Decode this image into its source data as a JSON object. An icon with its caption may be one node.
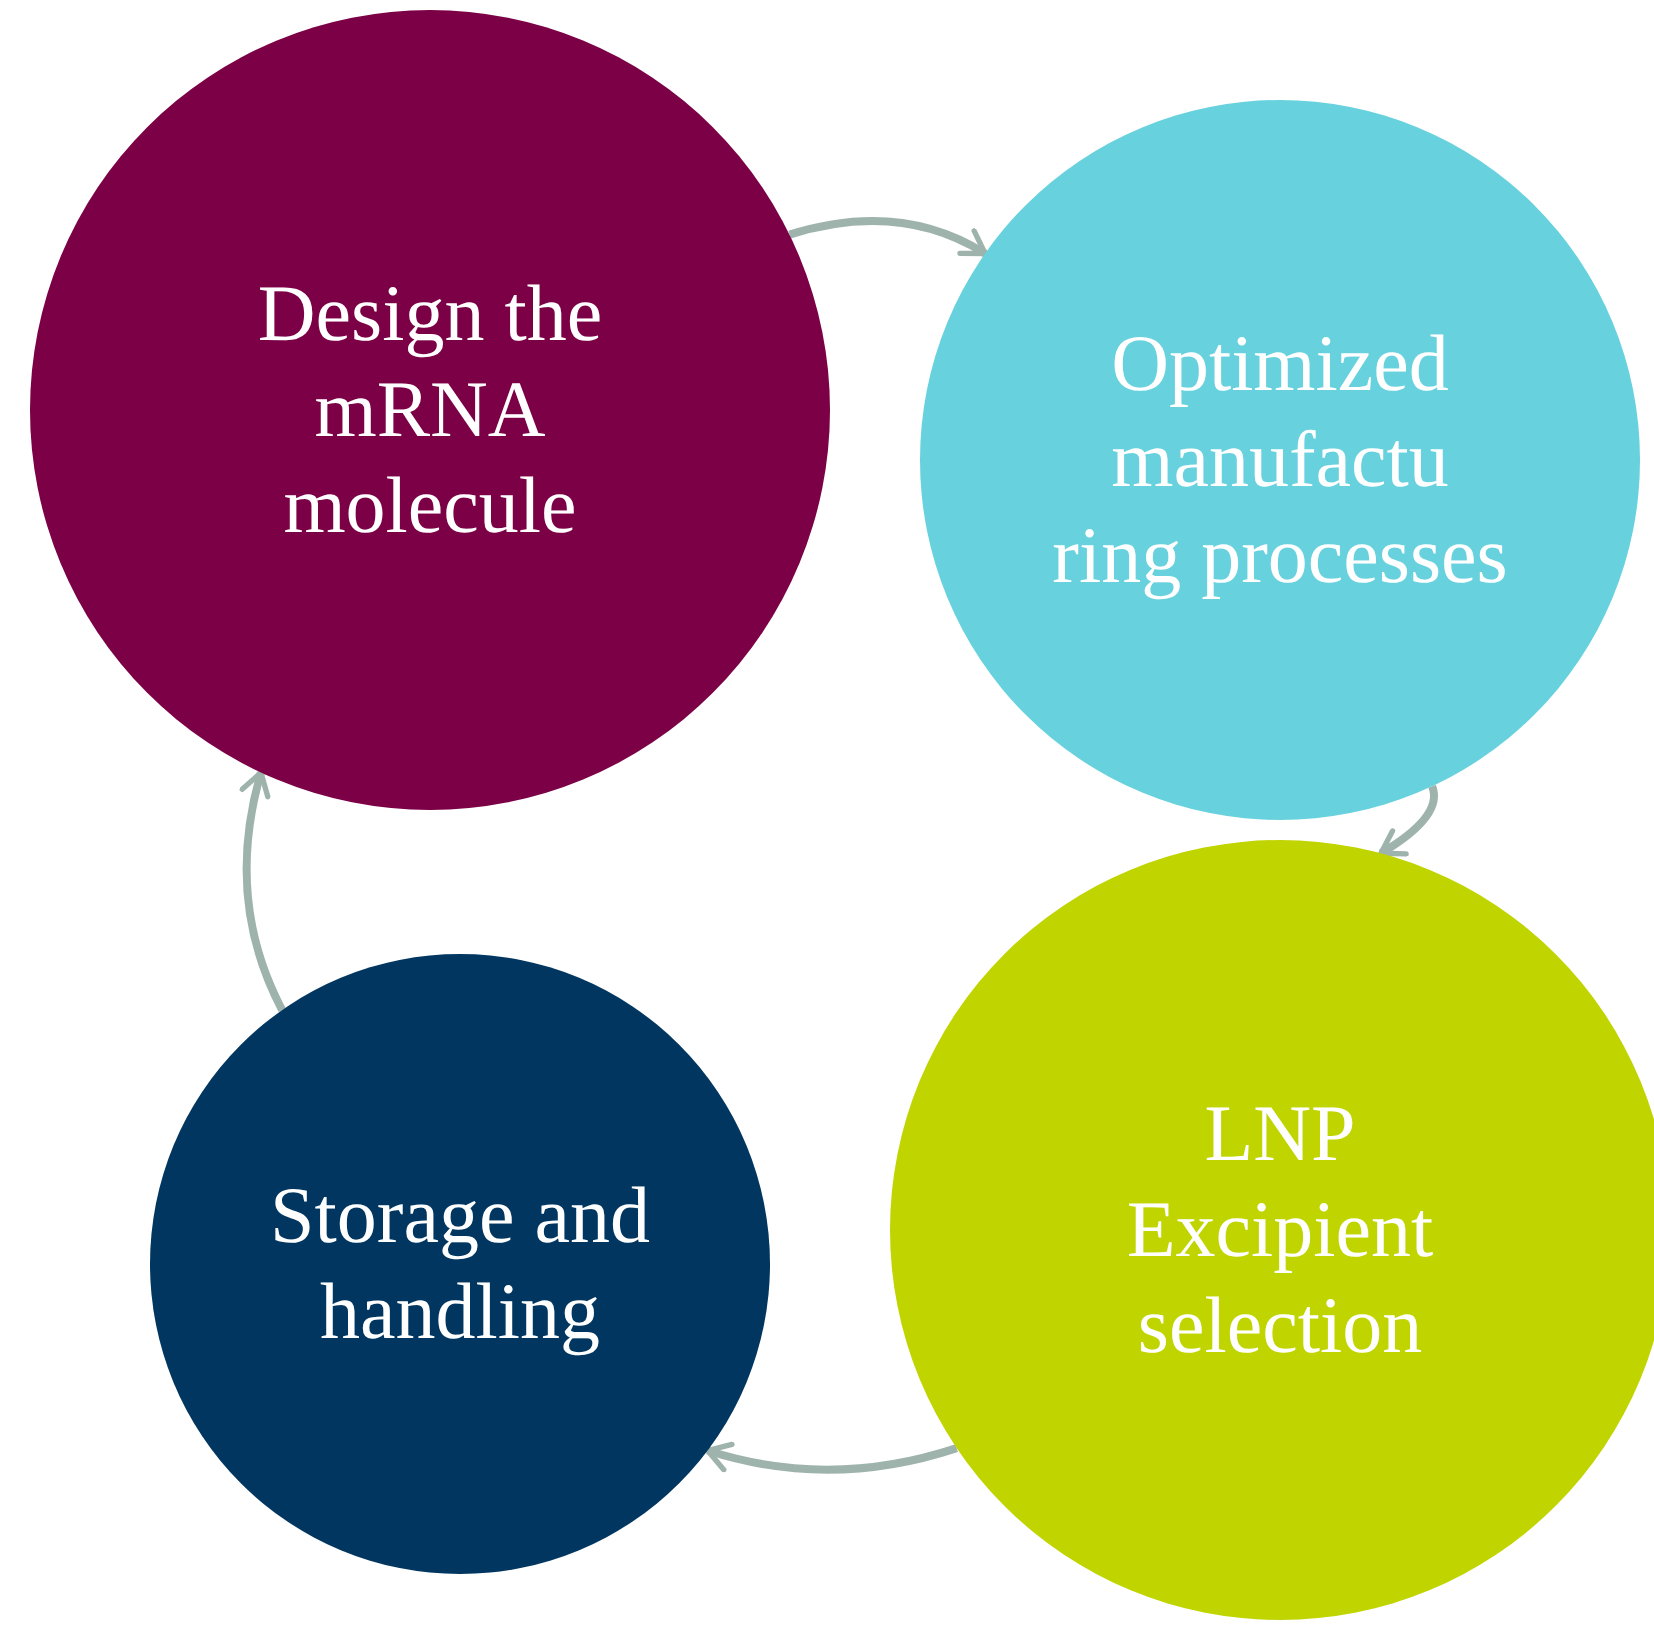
{
  "diagram": {
    "nodes": [
      {
        "text": [
          "Design the mRNA molecule"
        ]
      },
      {
        "text": [
          "Optimized manufactu ring processes"
        ]
      },
      {
        "text": [
          "LNP Excipient selection"
        ]
      },
      {
        "text": [
          "Storage and handling"
        ]
      }
    ],
    "edges": [
      {
        "from": 0,
        "to": 1,
        "arrow": "to"
      },
      {
        "from": 1,
        "to": 2,
        "arrow": "to"
      },
      {
        "from": 2,
        "to": 3,
        "arrow": "to"
      },
      {
        "from": 3,
        "to": 0,
        "arrow": "to"
      }
    ]
  }
}
